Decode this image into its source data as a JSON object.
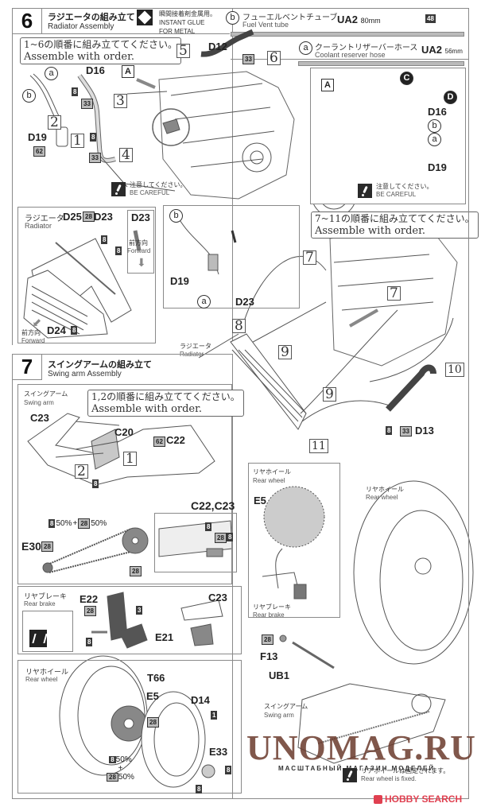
{
  "step6": {
    "number": "6",
    "title_jp": "ラジエータの組み立て",
    "title_en": "Radiator Assembly",
    "glue_icon": "instant-glue-icon",
    "glue_jp": "瞬間接着剤金属用。",
    "glue_en_1": "INSTANT GLUE",
    "glue_en_2": "FOR METAL",
    "order_jp": "1~6の順番に組み立ててください。",
    "order_en": "Assemble with order.",
    "tubes": [
      {
        "letter": "b",
        "name_jp": "フューエルベントチューブ",
        "name_en": "Fuel Vent tube",
        "part": "UA2",
        "length": "80mm",
        "paint": "48"
      },
      {
        "letter": "a",
        "name_jp": "クーラントリザーバーホース",
        "name_en": "Coolant reserver hose",
        "part": "UA2",
        "length": "56mm"
      }
    ],
    "main_labels": {
      "a": "a",
      "b": "b",
      "D16": "D16",
      "D19": "D19",
      "D12": "D12",
      "A": "A",
      "paint_8a": "8",
      "paint_33a": "33",
      "paint_8b": "8",
      "paint_33b": "33",
      "paint_62": "62",
      "paint_33c": "33",
      "steps": [
        "1",
        "2",
        "3",
        "4",
        "5",
        "6"
      ]
    },
    "caution_jp": "注意してください。",
    "caution_en": "BE CAREFUL",
    "detailA": {
      "label": "A",
      "C": "C",
      "D": "D",
      "D16": "D16",
      "b": "b",
      "a": "a",
      "D19": "D19",
      "caution_jp": "注意してください。",
      "caution_en": "BE CAREFUL"
    },
    "radiator_inset": {
      "label_jp": "ラジエータ",
      "label_en": "Radiator",
      "D25": "D25",
      "paint_28": "28",
      "D23": "D23",
      "paint_8a": "8",
      "paint_8b": "8",
      "D23_detail": "D23",
      "forward_jp": "前方向",
      "forward_en": "Forward",
      "D24": "D24",
      "paint_8c": "8",
      "forward2_jp": "前方向",
      "forward2_en": "Forward"
    },
    "hose_inset": {
      "b": "b",
      "D19": "D19",
      "a": "a",
      "D23": "D23"
    },
    "order2_jp": "7~11の順番に組み立ててください。",
    "order2_en": "Assemble with order.",
    "steps2": [
      "7",
      "7",
      "8",
      "9",
      "9",
      "10",
      "11"
    ],
    "radiator_label_jp": "ラジエータ",
    "radiator_label_en": "Radiator",
    "D13": "D13",
    "paint_8": "8",
    "paint_33": "33"
  },
  "step7": {
    "number": "7",
    "title_jp": "スイングアームの組み立て",
    "title_en": "Swing arm Assembly",
    "swingarm_jp": "スイングアーム",
    "swingarm_en": "Swing arm",
    "order_jp": "1,2の順番に組み立ててください。",
    "order_en": "Assemble with order.",
    "parts": {
      "C23": "C23",
      "C20": "C20",
      "C22": "C22",
      "paint_62": "62",
      "paint_8": "8",
      "E30": "E30",
      "paint_28a": "28",
      "paint_28b": "28"
    },
    "steps": [
      "1",
      "2"
    ],
    "chain_mix": {
      "p1": "8",
      "p1_pct": "50%",
      "plus": "+",
      "p2": "28",
      "p2_pct": "50%"
    },
    "detail_c": {
      "label": "C22,C23",
      "p8a": "8",
      "p28": "28",
      "p8b": "8"
    },
    "rear_brake": {
      "label_jp": "リヤブレーキ",
      "label_en": "Rear brake",
      "E22": "E22",
      "paint_28": "28",
      "paint_3": "3",
      "paint_8": "8",
      "E21": "E21",
      "C23": "C23"
    },
    "rear_wheel": {
      "label_jp": "リヤホイール",
      "label_en": "Rear wheel",
      "T66": "T66",
      "E5": "E5",
      "D14": "D14",
      "paint_1": "1",
      "paint_28": "28",
      "E33": "E33",
      "paint_8a": "8",
      "paint_8b": "8",
      "mix": {
        "p1": "8",
        "p1_pct": "50%",
        "plus": "+",
        "p2": "28",
        "p2_pct": "50%"
      }
    },
    "rw_inset": {
      "label_jp": "リヤホイール",
      "label_en": "Rear wheel",
      "E5": "E5",
      "brake_jp": "リヤブレーキ",
      "brake_en": "Rear brake"
    },
    "rw_big": {
      "label_jp": "リヤホイール",
      "label_en": "Rear wheel"
    },
    "axle": {
      "paint_28": "28",
      "F13": "F13",
      "UB1": "UB1"
    },
    "swingarm2_jp": "スイングアーム",
    "swingarm2_en": "Swing arm",
    "note_jp": "リアホイールは固定されます。",
    "note_en": "Rear wheel is fixed."
  },
  "watermark": {
    "main": "UNOMAG.RU",
    "sub": "МАСШТАБНЫЙ МАГАЗИН МОДЕЛЕЙ"
  },
  "branding": {
    "logo": "HOBBY SEARCH",
    "accent": "#e04050"
  }
}
